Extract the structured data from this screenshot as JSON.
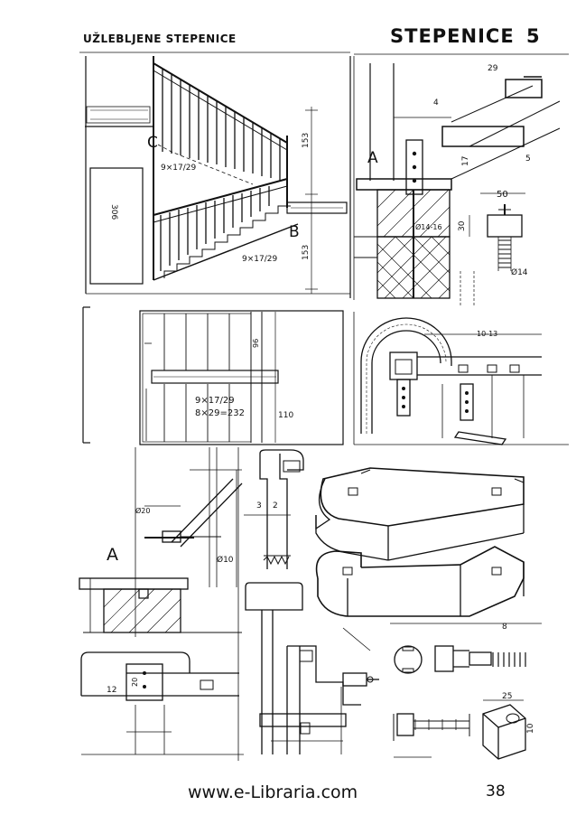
{
  "header": {
    "section_title": "UŽLEBLJENE STEPENICE",
    "chapter_title": "STEPENICE",
    "chapter_number": "5"
  },
  "footer": {
    "website": "www.e-Libraria.com",
    "page_number": "38"
  },
  "labels": {
    "detail_a": "A",
    "detail_b": "B",
    "detail_c": "C",
    "detail_a_lower": "A",
    "stair_dim_upper": "9×17/29",
    "stair_dim_lower": "9×17/29",
    "plan_dim_1": "9×17/29",
    "plan_dim_2": "8×29=232",
    "plan_width": "110",
    "height_306": "306",
    "height_153": "153",
    "height_153b": "153",
    "dim_29": "29",
    "dim_50": "50",
    "dim_30": "30",
    "dim_17": "17",
    "dim_4": "4",
    "dim_5": "5",
    "bolt_dia_14": "Ø14",
    "bolt_dia_14b": "Ø14-16",
    "bolt_dia_20": "Ø20",
    "bolt_dia_10": "Ø10",
    "dim_10_13": "10-13",
    "dim_25": "25",
    "dim_10": "10",
    "dim_2": "2",
    "dim_8": "8",
    "dim_12": "12",
    "dim_3": "3",
    "dim_96": "96",
    "dim_20": "20"
  }
}
